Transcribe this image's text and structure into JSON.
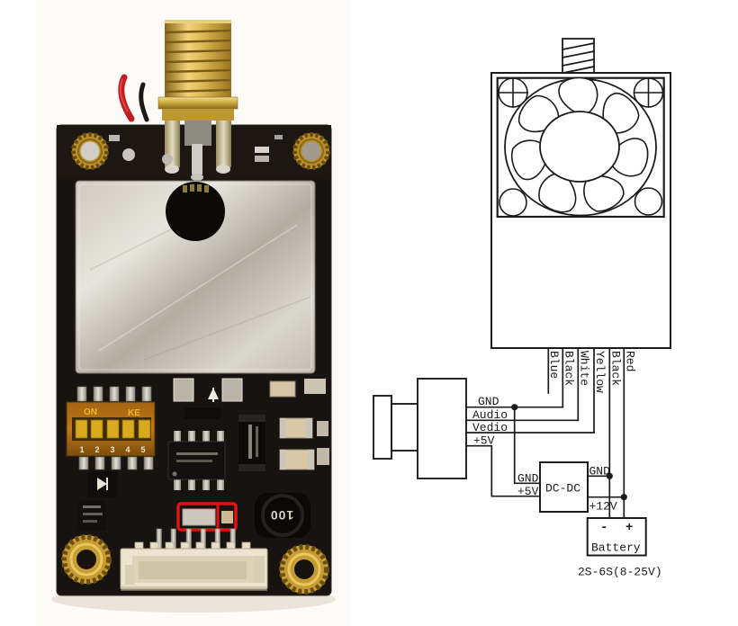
{
  "pcb": {
    "dip_switch": {
      "on": "ON",
      "ke": "KE",
      "digits": [
        "1",
        "2",
        "3",
        "4",
        "5"
      ]
    },
    "inductor_label": "100"
  },
  "diagram": {
    "wire_labels": [
      "Blue",
      "Black",
      "White",
      "Yellow",
      "Black",
      "Red"
    ],
    "camera_lines": [
      "GND",
      "Audio",
      "Vedio",
      "+5V"
    ],
    "dcdc_label": "DC-DC",
    "dcdc_in": [
      "GND",
      "+5V"
    ],
    "dcdc_out": [
      "GND",
      "+12V"
    ],
    "battery": {
      "minus": "-",
      "plus": "+",
      "label": "Battery",
      "rating": "2S-6S(8-25V)"
    }
  }
}
